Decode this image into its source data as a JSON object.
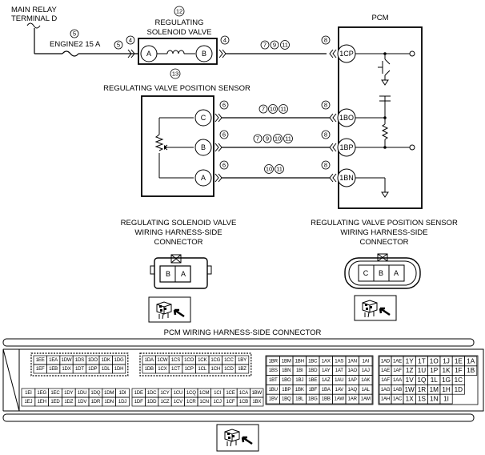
{
  "labels": {
    "main_relay_1": "MAIN RELAY",
    "main_relay_2": "TERMINAL D",
    "fuse": "ENGINE2 15 A",
    "pcm": "PCM",
    "solenoid_1": "REGULATING",
    "solenoid_2": "SOLENOID VALVE",
    "sensor": "REGULATING VALVE POSITION SENSOR",
    "sol_conn_1": "REGULATING SOLENOID VALVE",
    "sol_conn_2": "WIRING HARNESS-SIDE",
    "sol_conn_3": "CONNECTOR",
    "sen_conn_1": "REGULATING VALVE POSITION SENSOR",
    "sen_conn_2": "WIRING HARNESS-SIDE",
    "sen_conn_3": "CONNECTOR",
    "pcm_conn": "PCM WIRING HARNESS-SIDE CONNECTOR"
  },
  "circled": {
    "fuse": "5",
    "solenoid": "12",
    "sensor": "13",
    "j4": "4",
    "j5": "5",
    "j6": "6",
    "j7": "7",
    "j8": "8",
    "j9": "9",
    "j10": "10",
    "j11": "11"
  },
  "pins": {
    "sol_a": "A",
    "sol_b": "B",
    "sen_c": "C",
    "sen_b": "B",
    "sen_a": "A",
    "pcm_1cp": "1CP",
    "pcm_1bo": "1BO",
    "pcm_1bp": "1BP",
    "pcm_1bn": "1BN",
    "sol_face": [
      "B",
      "A"
    ],
    "sen_face": [
      "C",
      "B",
      "A"
    ]
  },
  "pcm_connector": {
    "block1_top": [
      "1EE",
      "1EA",
      "1DW",
      "1DS",
      "1DO",
      "1DK",
      "1DG"
    ],
    "block1_bot": [
      "1EF",
      "1EB",
      "1DX",
      "1DT",
      "1DP",
      "1DL",
      "1DH"
    ],
    "block2_top": [
      "1DA",
      "1CW",
      "1CS",
      "1CO",
      "1CK",
      "1CG",
      "1CC",
      "1BY"
    ],
    "block2_bot": [
      "1DB",
      "1CX",
      "1CT",
      "1CP",
      "1CL",
      "1CH",
      "1CD",
      "1BZ"
    ],
    "block3_top": [
      "1EI",
      "1EG",
      "1EC",
      "1DY",
      "1DU",
      "1DQ",
      "1DM",
      "1DI"
    ],
    "block3_bot": [
      "1EJ",
      "1EH",
      "1ED",
      "1DZ",
      "1DV",
      "1DR",
      "1DN",
      "1DJ"
    ],
    "block4_top": [
      "1DE",
      "1DC",
      "1CY",
      "1CU",
      "1CQ",
      "1CM",
      "1CI",
      "1CE",
      "1CA",
      "1BW"
    ],
    "block4_bot": [
      "1DF",
      "1DD",
      "1CZ",
      "1CV",
      "1CR",
      "1CN",
      "1CJ",
      "1CF",
      "1CB",
      "1BX"
    ],
    "block5": [
      [
        "1BR",
        "1BM",
        "1BH",
        "1BC",
        "1AX",
        "1AS",
        "1AN",
        "1AI"
      ],
      [
        "1BS",
        "1BN",
        "1BI",
        "1BD",
        "1AY",
        "1AT",
        "1AO",
        "1AJ"
      ],
      [
        "1BT",
        "1BO",
        "1BJ",
        "1BE",
        "1AZ",
        "1AU",
        "1AP",
        "1AK"
      ],
      [
        "1BU",
        "1BP",
        "1BK",
        "1BF",
        "1BA",
        "1AV",
        "1AQ",
        "1AL"
      ],
      [
        "1BV",
        "1BQ",
        "1BL",
        "1BG",
        "1BB",
        "1AW",
        "1AR",
        "1AM"
      ]
    ],
    "block6_small": [
      [
        "1AD",
        "1AE"
      ],
      [
        "1AE",
        "1AF"
      ],
      [
        "1AF",
        "1AA"
      ],
      [
        "1AG",
        "1AB"
      ],
      [
        "1AH",
        "1AC"
      ]
    ],
    "block6_big": [
      [
        "1Y",
        "1T",
        "1O",
        "1J",
        "1E",
        "1A"
      ],
      [
        "1Z",
        "1U",
        "1P",
        "1K",
        "1F",
        "1B"
      ],
      [
        "1V",
        "1Q",
        "1L",
        "1G",
        "1C"
      ],
      [
        "1W",
        "1R",
        "1M",
        "1H",
        "1D"
      ],
      [
        "1X",
        "1S",
        "1N",
        "1I"
      ]
    ]
  },
  "icons": [
    "connector-view-icon"
  ]
}
